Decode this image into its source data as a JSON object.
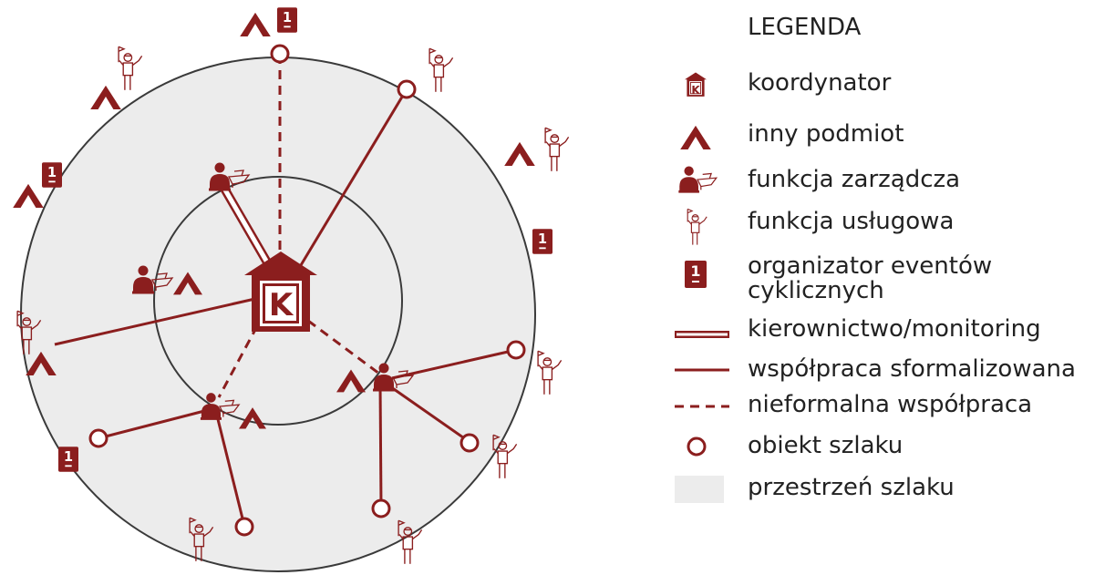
{
  "colors": {
    "accent": "#8b1e1e",
    "space": "#ececec",
    "ring": "#3a3a3a",
    "text": "#222222"
  },
  "diagram": {
    "coordinator_letter": "K",
    "event_badge_text": "1"
  },
  "legend": {
    "title": "LEGENDA",
    "items": [
      {
        "icon": "house-k-icon",
        "label": "koordynator"
      },
      {
        "icon": "tent-triangle-icon",
        "label": "inny podmiot"
      },
      {
        "icon": "manager-desk-icon",
        "label": "funkcja zarządcza"
      },
      {
        "icon": "service-guide-icon",
        "label": "funkcja usługowa"
      },
      {
        "icon": "event-badge-icon",
        "label_line1": "organizator eventów",
        "label_line2": "cyklicznych"
      },
      {
        "icon": "double-line-icon",
        "label": "kierownictwo/monitoring"
      },
      {
        "icon": "solid-line-icon",
        "label": "współpraca sformalizowana"
      },
      {
        "icon": "dashed-line-icon",
        "label": "nieformalna współpraca"
      },
      {
        "icon": "circle-node-icon",
        "label": "obiekt szlaku"
      },
      {
        "icon": "grey-area-icon",
        "label": "przestrzeń szlaku"
      }
    ]
  }
}
